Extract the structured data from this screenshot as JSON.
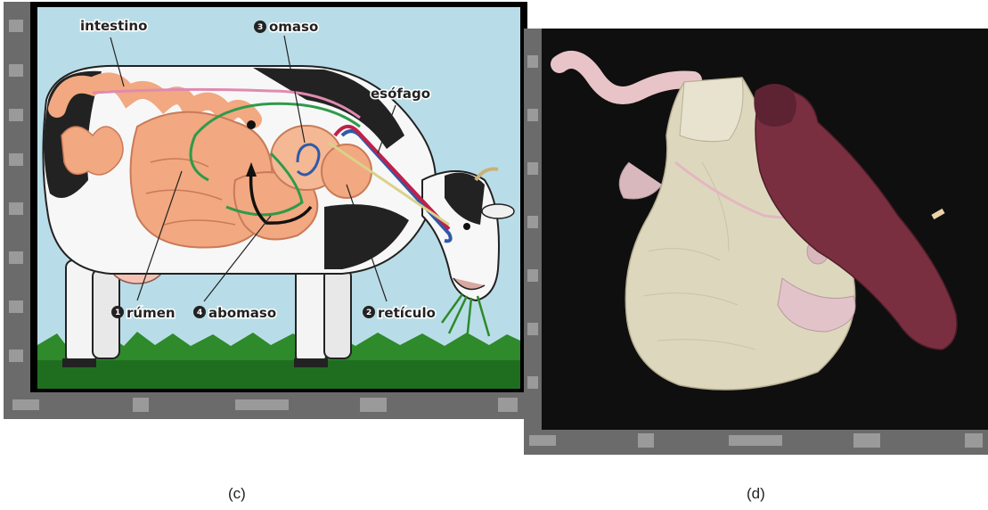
{
  "panel_c": {
    "labels": {
      "intestino": "intestino",
      "omaso_num": "3",
      "omaso": "omaso",
      "esofago": "esófago",
      "rumen_num": "1",
      "rumen": "rúmen",
      "abomaso_num": "4",
      "abomaso": "abomaso",
      "reticulo_num": "2",
      "reticulo": "retículo"
    },
    "caption": "(c)"
  },
  "panel_d": {
    "caption": "(d)"
  },
  "colors": {
    "sky": "#b9dde8",
    "grass": "#2e8a2a",
    "organs": "#f2a880",
    "cow_black": "#222222",
    "esophagus_red": "#c0204a",
    "flow_green": "#2f9a4a",
    "flow_blue": "#2f5aa8",
    "stomach_model": "#ddd8bd",
    "spleen": "#7a2f40",
    "viewer_bg": "#0f0f0f"
  }
}
